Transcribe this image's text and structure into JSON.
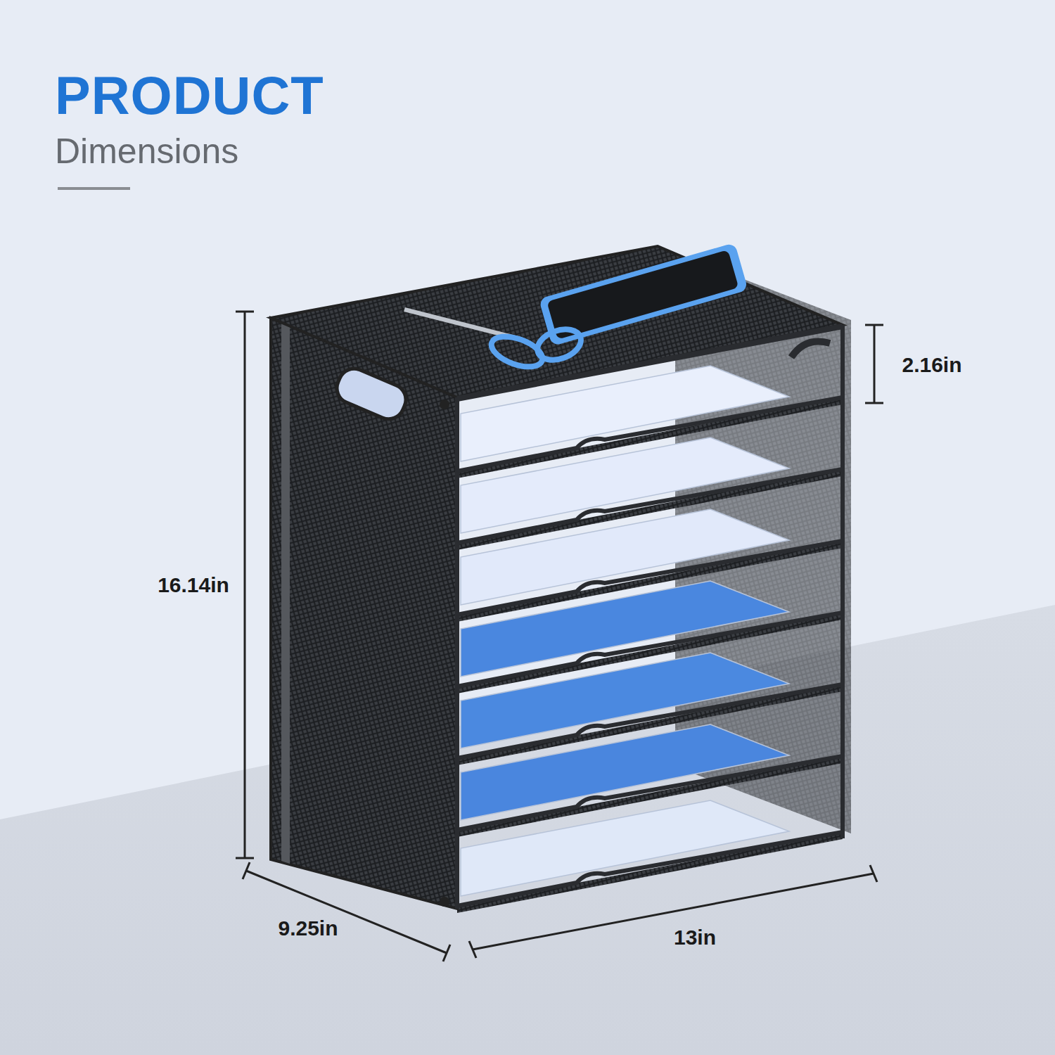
{
  "diagram": {
    "title": "PRODUCT",
    "labels": [
      "Dimensions",
      "16.14in",
      "2.16in",
      "9.25in",
      "13in"
    ]
  }
}
